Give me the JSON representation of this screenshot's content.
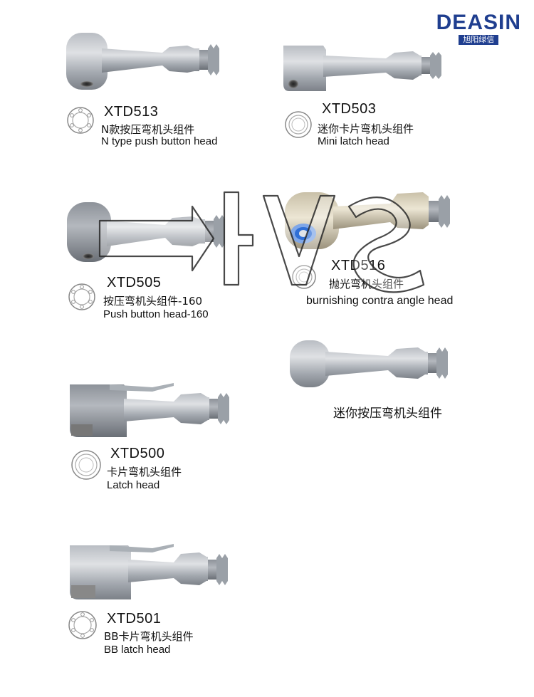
{
  "brand": {
    "name": "DEASIN",
    "subtitle": "旭阳绿信",
    "color": "#1f3e8f"
  },
  "products": [
    {
      "model": "XTD513",
      "name_cn": "N款按压弯机头组件",
      "name_en": "N type push button head"
    },
    {
      "model": "XTD503",
      "name_cn": "迷你卡片弯机头组件",
      "name_en": "Mini latch head"
    },
    {
      "model": "XTD505",
      "name_cn": "按压弯机头组件-160",
      "name_en": "Push button head-160"
    },
    {
      "model": "XTD516",
      "name_cn": "抛光弯机头组件",
      "name_en": "burnishing contra angle head"
    },
    {
      "model": "",
      "name_cn": "迷你按压弯机头组件",
      "name_en": ""
    },
    {
      "model": "XTD500",
      "name_cn": "卡片弯机头组件",
      "name_en": "Latch head"
    },
    {
      "model": "XTD501",
      "name_cn": "BB卡片弯机头组件",
      "name_en": "BB latch head"
    }
  ],
  "colors": {
    "metal_light": "#c9ccd1",
    "metal_mid": "#9ea3aa",
    "metal_dark": "#6c7178",
    "blue_ring": "#2f6fd6"
  },
  "icons": [
    "bearing-icon",
    "handpiece-head-image",
    "watermark-logo"
  ]
}
